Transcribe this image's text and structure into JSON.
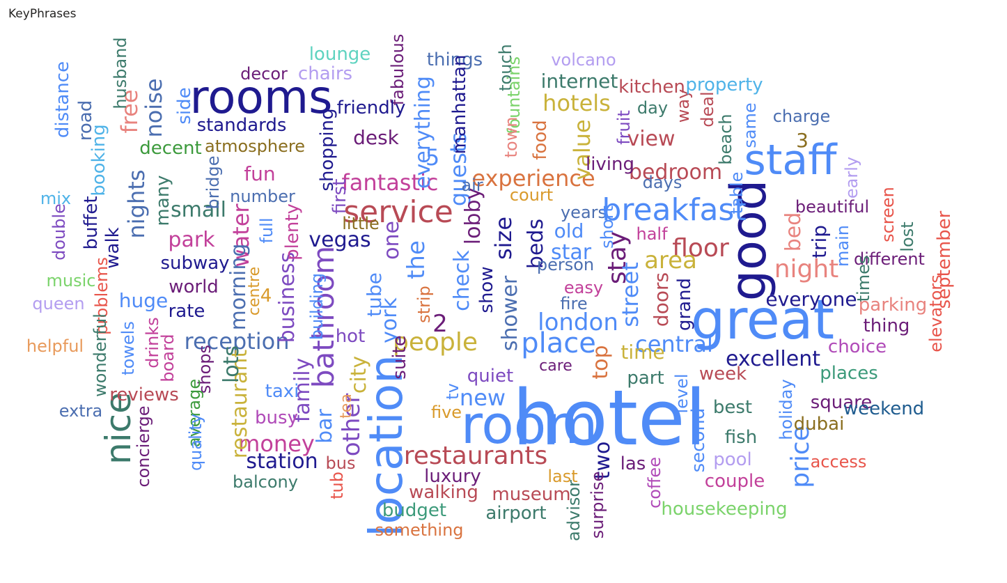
{
  "visual_title": "KeyPhrases",
  "words": [
    {
      "text": "hotel",
      "color": "#4F8BF7"
    },
    {
      "text": "great",
      "color": "#4F8BF7"
    },
    {
      "text": "good",
      "color": "#1F1A8F"
    },
    {
      "text": "room",
      "color": "#4F8BF7"
    },
    {
      "text": "location",
      "color": "#4F8BF7"
    },
    {
      "text": "rooms",
      "color": "#1F1A8F"
    },
    {
      "text": "staff",
      "color": "#4F8BF7"
    },
    {
      "text": "breakfast",
      "color": "#4F8BF7"
    },
    {
      "text": "nice",
      "color": "#3C7A6B"
    },
    {
      "text": "service",
      "color": "#B84A55"
    },
    {
      "text": "bathroom",
      "color": "#7D4AC0"
    },
    {
      "text": "restaurants",
      "color": "#B84A55"
    },
    {
      "text": "place",
      "color": "#4F8BF7"
    },
    {
      "text": "london",
      "color": "#4F8BF7"
    },
    {
      "text": "price",
      "color": "#4F8BF7"
    },
    {
      "text": "night",
      "color": "#E8837E"
    },
    {
      "text": "floor",
      "color": "#B84A55"
    },
    {
      "text": "people",
      "color": "#C9B23A"
    },
    {
      "text": "experience",
      "color": "#D9733F"
    },
    {
      "text": "reception",
      "color": "#4B6EB0"
    },
    {
      "text": "money",
      "color": "#C2409A"
    },
    {
      "text": "stay",
      "color": "#6B1D78"
    },
    {
      "text": "area",
      "color": "#C9B23A"
    },
    {
      "text": "central",
      "color": "#4F8BF7"
    },
    {
      "text": "excellent",
      "color": "#1F1A8F"
    },
    {
      "text": "the",
      "color": "#4F8BF7"
    },
    {
      "text": "fantastic",
      "color": "#C2409A"
    },
    {
      "text": "hotels",
      "color": "#C9B23A"
    },
    {
      "text": "view",
      "color": "#B84A55"
    },
    {
      "text": "bedroom",
      "color": "#B84A55"
    },
    {
      "text": "noise",
      "color": "#4B6EB0"
    },
    {
      "text": "free",
      "color": "#E8837E"
    },
    {
      "text": "water",
      "color": "#C2409A"
    },
    {
      "text": "city",
      "color": "#C9B23A"
    },
    {
      "text": "other",
      "color": "#7D4AC0"
    },
    {
      "text": "street",
      "color": "#4F8BF7"
    },
    {
      "text": "business",
      "color": "#7D4AC0"
    },
    {
      "text": "morning",
      "color": "#4B6EB0"
    },
    {
      "text": "nights",
      "color": "#4B6EB0"
    },
    {
      "text": "guests",
      "color": "#4F8BF7"
    },
    {
      "text": "size",
      "color": "#1F1A8F"
    },
    {
      "text": "beds",
      "color": "#1F1A8F"
    },
    {
      "text": "check",
      "color": "#4F8BF7"
    },
    {
      "text": "york",
      "color": "#4F8BF7"
    },
    {
      "text": "tube",
      "color": "#4F8BF7"
    },
    {
      "text": "value",
      "color": "#C9B23A"
    },
    {
      "text": "everything",
      "color": "#4F8BF7"
    },
    {
      "text": "family",
      "color": "#7D4AC0"
    },
    {
      "text": "restaurant",
      "color": "#C9B23A"
    },
    {
      "text": "lots",
      "color": "#3C7A6B"
    },
    {
      "text": "small",
      "color": "#3C7A6B"
    },
    {
      "text": "station",
      "color": "#1F1A8F"
    },
    {
      "text": "new",
      "color": "#4F8BF7"
    },
    {
      "text": "top",
      "color": "#D9733F"
    },
    {
      "text": "time",
      "color": "#C9B23A"
    },
    {
      "text": "shower",
      "color": "#4B6EB0"
    },
    {
      "text": "lobby",
      "color": "#6B1D78"
    },
    {
      "text": "vegas",
      "color": "#1F1A8F"
    },
    {
      "text": "one",
      "color": "#7D4AC0"
    },
    {
      "text": "bed",
      "color": "#E8837E"
    },
    {
      "text": "trip",
      "color": "#1F1A8F"
    },
    {
      "text": "everyone",
      "color": "#1F1A8F"
    },
    {
      "text": "parking",
      "color": "#E8837E"
    },
    {
      "text": "doors",
      "color": "#B84A55"
    },
    {
      "text": "grand",
      "color": "#1F1A8F"
    },
    {
      "text": "star",
      "color": "#4F8BF7"
    },
    {
      "text": "old",
      "color": "#4F8BF7"
    },
    {
      "text": "two",
      "color": "#1F1A8F"
    },
    {
      "text": "bar",
      "color": "#4F8BF7"
    },
    {
      "text": "suite",
      "color": "#6B1D78"
    },
    {
      "text": "2",
      "color": "#6B1D78"
    },
    {
      "text": "5",
      "color": "#4F8BF7"
    },
    {
      "text": "3",
      "color": "#8A6E1F"
    },
    {
      "text": "4",
      "color": "#D99A2B"
    },
    {
      "text": "park",
      "color": "#C2409A"
    },
    {
      "text": "fun",
      "color": "#C2409A"
    },
    {
      "text": "subway",
      "color": "#1F1A8F"
    },
    {
      "text": "world",
      "color": "#6B1D78"
    },
    {
      "text": "rate",
      "color": "#1F1A8F"
    },
    {
      "text": "huge",
      "color": "#4F8BF7"
    },
    {
      "text": "many",
      "color": "#3C7A6B"
    },
    {
      "text": "walk",
      "color": "#1F1A8F"
    },
    {
      "text": "buffet",
      "color": "#1F1A8F"
    },
    {
      "text": "double",
      "color": "#7D4AC0"
    },
    {
      "text": "mix",
      "color": "#4FB3E8"
    },
    {
      "text": "booking",
      "color": "#4FB3E8"
    },
    {
      "text": "road",
      "color": "#4B6EB0"
    },
    {
      "text": "distance",
      "color": "#4F8BF7"
    },
    {
      "text": "husband",
      "color": "#3C7A6B"
    },
    {
      "text": "decent",
      "color": "#3C9A3C"
    },
    {
      "text": "side",
      "color": "#4F8BF7"
    },
    {
      "text": "standards",
      "color": "#1F1A8F"
    },
    {
      "text": "atmosphere",
      "color": "#8A6E1F"
    },
    {
      "text": "decor",
      "color": "#6B1D78"
    },
    {
      "text": "lounge",
      "color": "#5FD3C0"
    },
    {
      "text": "chairs",
      "color": "#B39DF0"
    },
    {
      "text": "fabulous",
      "color": "#6B1D78"
    },
    {
      "text": "friendly",
      "color": "#1F1A8F"
    },
    {
      "text": "desk",
      "color": "#6B1D78"
    },
    {
      "text": "shopping",
      "color": "#1F1A8F"
    },
    {
      "text": "first",
      "color": "#7D4AC0"
    },
    {
      "text": "number",
      "color": "#4B6EB0"
    },
    {
      "text": "bridge",
      "color": "#4B6EB0"
    },
    {
      "text": "full",
      "color": "#4F8BF7"
    },
    {
      "text": "plenty",
      "color": "#C2409A"
    },
    {
      "text": "little",
      "color": "#8A6E1F"
    },
    {
      "text": "things",
      "color": "#4B6EB0"
    },
    {
      "text": "manhattan",
      "color": "#1F1A8F"
    },
    {
      "text": "touch",
      "color": "#3C7A6B"
    },
    {
      "text": "fountains",
      "color": "#7BD36B"
    },
    {
      "text": "town",
      "color": "#E8837E"
    },
    {
      "text": "food",
      "color": "#D9733F"
    },
    {
      "text": "air",
      "color": "#4B6EB0"
    },
    {
      "text": "court",
      "color": "#D99A2B"
    },
    {
      "text": "internet",
      "color": "#3C7A6B"
    },
    {
      "text": "volcano",
      "color": "#B39DF0"
    },
    {
      "text": "kitchen",
      "color": "#B84A55"
    },
    {
      "text": "day",
      "color": "#3C7A6B"
    },
    {
      "text": "way",
      "color": "#B84A55"
    },
    {
      "text": "deal",
      "color": "#B84A55"
    },
    {
      "text": "property",
      "color": "#4FB3E8"
    },
    {
      "text": "fruit",
      "color": "#7D4AC0"
    },
    {
      "text": "living",
      "color": "#6B1D78"
    },
    {
      "text": "days",
      "color": "#4B6EB0"
    },
    {
      "text": "beach",
      "color": "#3C7A6B"
    },
    {
      "text": "same",
      "color": "#4F8BF7"
    },
    {
      "text": "charge",
      "color": "#4B6EB0"
    },
    {
      "text": "early",
      "color": "#B39DF0"
    },
    {
      "text": "table",
      "color": "#4F8BF7"
    },
    {
      "text": "beautiful",
      "color": "#6B1D78"
    },
    {
      "text": "screen",
      "color": "#E8554B"
    },
    {
      "text": "lost",
      "color": "#3C7A6B"
    },
    {
      "text": "main",
      "color": "#4F8BF7"
    },
    {
      "text": "different",
      "color": "#6B1D78"
    },
    {
      "text": "times",
      "color": "#3C7A6B"
    },
    {
      "text": "september",
      "color": "#E8554B"
    },
    {
      "text": "elevators",
      "color": "#E8554B"
    },
    {
      "text": "thing",
      "color": "#6B1D78"
    },
    {
      "text": "choice",
      "color": "#B04AB8"
    },
    {
      "text": "places",
      "color": "#3C9A7A"
    },
    {
      "text": "years",
      "color": "#4B6EB0"
    },
    {
      "text": "short",
      "color": "#4F8BF7"
    },
    {
      "text": "half",
      "color": "#C2409A"
    },
    {
      "text": "person",
      "color": "#4B6EB0"
    },
    {
      "text": "easy",
      "color": "#C2409A"
    },
    {
      "text": "fire",
      "color": "#4B6EB0"
    },
    {
      "text": "show",
      "color": "#1F1A8F"
    },
    {
      "text": "strip",
      "color": "#D9733F"
    },
    {
      "text": "hot",
      "color": "#7D4AC0"
    },
    {
      "text": "building",
      "color": "#4F8BF7"
    },
    {
      "text": "centre",
      "color": "#D99A2B"
    },
    {
      "text": "music",
      "color": "#7BD36B"
    },
    {
      "text": "queen",
      "color": "#B39DF0"
    },
    {
      "text": "problems",
      "color": "#E8554B"
    },
    {
      "text": "helpful",
      "color": "#E89A5B"
    },
    {
      "text": "wonderful",
      "color": "#3C7A6B"
    },
    {
      "text": "towels",
      "color": "#4F8BF7"
    },
    {
      "text": "drinks",
      "color": "#C2409A"
    },
    {
      "text": "board",
      "color": "#C2409A"
    },
    {
      "text": "reviews",
      "color": "#B84A55"
    },
    {
      "text": "shops",
      "color": "#6B1D78"
    },
    {
      "text": "average",
      "color": "#3C9A3C"
    },
    {
      "text": "quality",
      "color": "#4F8BF7"
    },
    {
      "text": "concierge",
      "color": "#6B1D78"
    },
    {
      "text": "extra",
      "color": "#4B6EB0"
    },
    {
      "text": "taxi",
      "color": "#4F8BF7"
    },
    {
      "text": "busy",
      "color": "#B04AB8"
    },
    {
      "text": "balcony",
      "color": "#3C7A6B"
    },
    {
      "text": "tea",
      "color": "#E89A5B"
    },
    {
      "text": "bus",
      "color": "#B84A55"
    },
    {
      "text": "tub",
      "color": "#E8554B"
    },
    {
      "text": "tv",
      "color": "#4F8BF7"
    },
    {
      "text": "five",
      "color": "#D99A2B"
    },
    {
      "text": "quiet",
      "color": "#7D4AC0"
    },
    {
      "text": "care",
      "color": "#6B1D78"
    },
    {
      "text": "part",
      "color": "#3C7A6B"
    },
    {
      "text": "week",
      "color": "#B84A55"
    },
    {
      "text": "level",
      "color": "#4F8BF7"
    },
    {
      "text": "best",
      "color": "#3C7A6B"
    },
    {
      "text": "fish",
      "color": "#3C7A6B"
    },
    {
      "text": "second",
      "color": "#4F8BF7"
    },
    {
      "text": "pool",
      "color": "#B39DF0"
    },
    {
      "text": "couple",
      "color": "#C2409A"
    },
    {
      "text": "holiday",
      "color": "#4F8BF7"
    },
    {
      "text": "square",
      "color": "#6B1D78"
    },
    {
      "text": "dubai",
      "color": "#8A6E1F"
    },
    {
      "text": "weekend",
      "color": "#1F5C8F"
    },
    {
      "text": "access",
      "color": "#E8554B"
    },
    {
      "text": "las",
      "color": "#6B1D78"
    },
    {
      "text": "coffee",
      "color": "#B04AB8"
    },
    {
      "text": "housekeeping",
      "color": "#7BD36B"
    },
    {
      "text": "luxury",
      "color": "#6B1D78"
    },
    {
      "text": "museum",
      "color": "#B84A55"
    },
    {
      "text": "last",
      "color": "#D99A2B"
    },
    {
      "text": "walking",
      "color": "#B84A55"
    },
    {
      "text": "airport",
      "color": "#3C7A6B"
    },
    {
      "text": "advisor",
      "color": "#3C7A6B"
    },
    {
      "text": "surprise",
      "color": "#6B1D78"
    },
    {
      "text": "budget",
      "color": "#3C9A7A"
    },
    {
      "text": "something",
      "color": "#D9733F"
    }
  ]
}
